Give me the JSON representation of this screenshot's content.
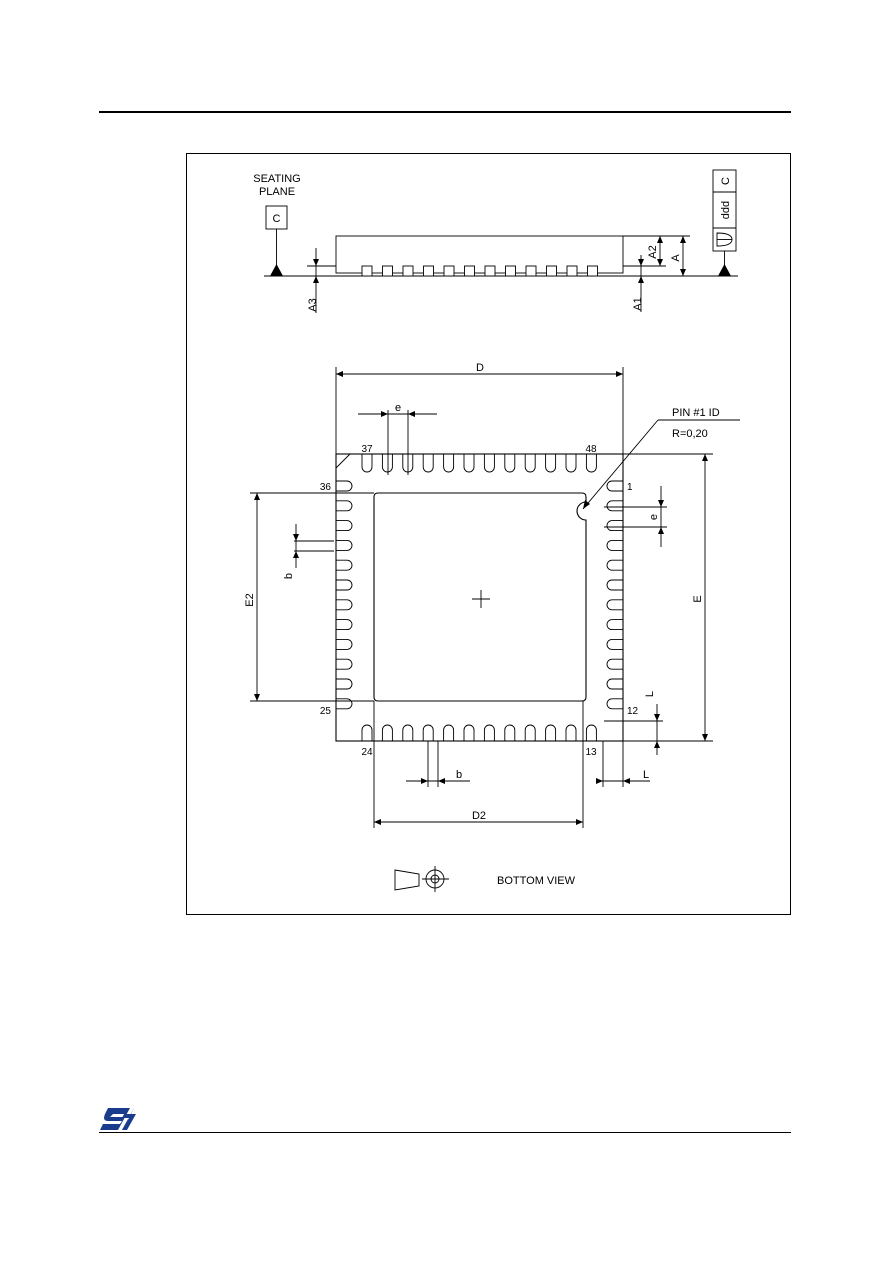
{
  "side_view": {
    "seating_label_line1": "SEATING",
    "seating_label_line2": "PLANE",
    "datum": "C",
    "tolerance_value": "ddd",
    "tolerance_datum": "C",
    "dim_a": "A",
    "dim_a1": "A1",
    "dim_a2": "A2",
    "dim_a3": "A3"
  },
  "bottom_view": {
    "dim_d": "D",
    "dim_d2": "D2",
    "dim_e": "E",
    "dim_e2": "E2",
    "dim_pitch": "e",
    "dim_b": "b",
    "dim_l": "L",
    "pin1_label": "PIN #1 ID",
    "pin1_radius": "R=0,20",
    "pin_numbers": {
      "p1": "1",
      "p12": "12",
      "p13": "13",
      "p24": "24",
      "p25": "25",
      "p36": "36",
      "p37": "37",
      "p48": "48"
    },
    "caption": "BOTTOM VIEW"
  },
  "icons": {
    "projection": "third-angle-projection-icon",
    "logo": "st-logo"
  }
}
